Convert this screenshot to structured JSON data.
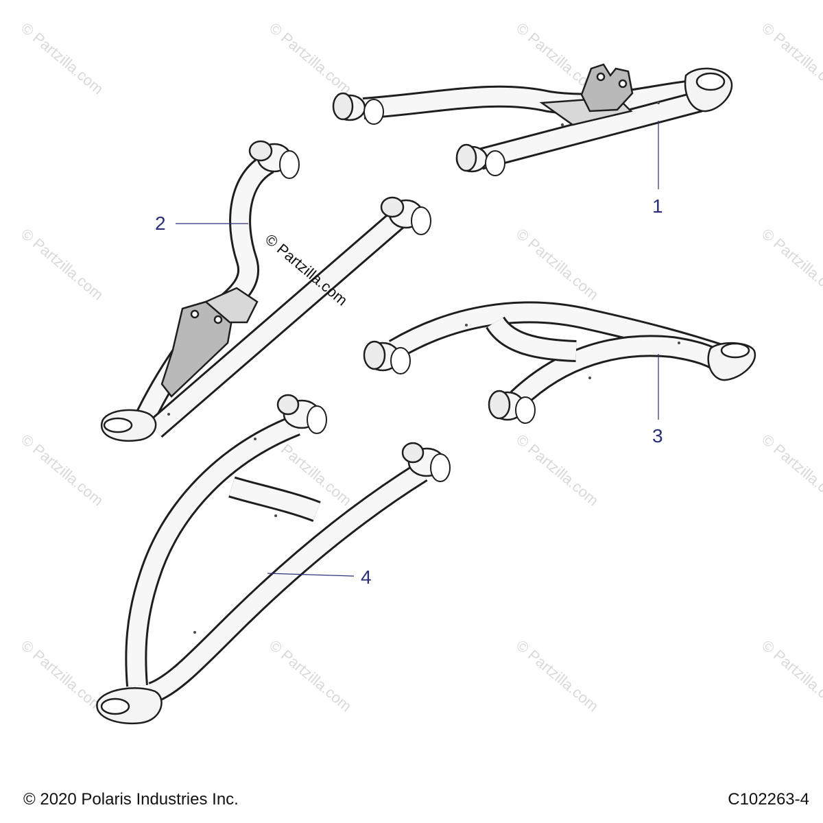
{
  "callouts": {
    "c1": "1",
    "c2": "2",
    "c3": "3",
    "c4": "4"
  },
  "watermark": {
    "text": "© Partzilla.com"
  },
  "footer": {
    "copyright": "© 2020 Polaris Industries Inc.",
    "drawing_id": "C102263-4"
  },
  "colors": {
    "callout": "#2b2f7a",
    "outline": "#1e1e1e",
    "plate": "#b9b9b9",
    "watermark": "#d9d9d9"
  }
}
